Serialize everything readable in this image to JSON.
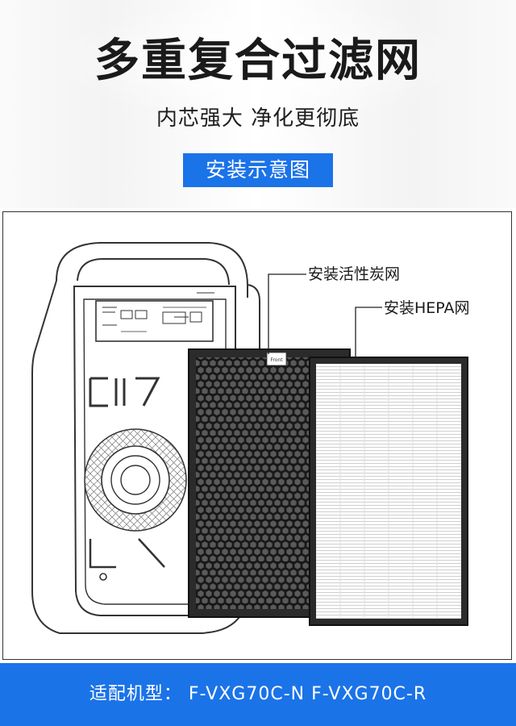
{
  "header": {
    "title": "多重复合过滤网",
    "subtitle": "内芯强大 净化更彻底",
    "badge": "安装示意图"
  },
  "diagram": {
    "callout_carbon": "安装活性炭网",
    "callout_hepa": "安装HEPA网",
    "tab_label": "Front"
  },
  "footer": {
    "label": "适配机型：",
    "model_1": "F-VXG70C-N",
    "model_2": "F-VXG70C-R"
  },
  "colors": {
    "accent_blue": "#1b73e8",
    "text_dark": "#1a1a1a",
    "filter_dark": "#2b2b2b"
  }
}
